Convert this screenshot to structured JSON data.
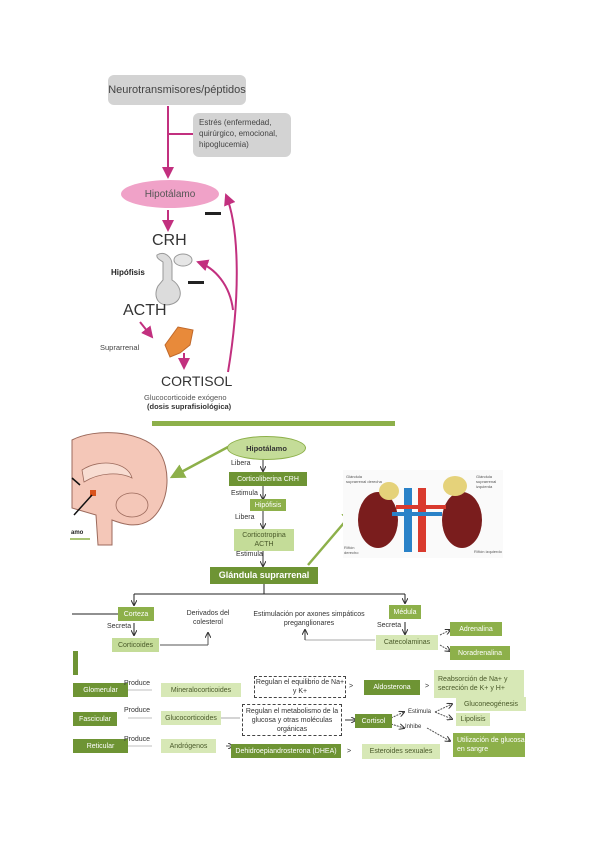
{
  "top_panel": {
    "neuro_box": "Neurotransmisores/péptidos",
    "stress_box": "Estrés (enfermedad, quirúrgico, emocional, hipoglucemia)",
    "hypothalamus": "Hipotálamo",
    "crh": "CRH",
    "pituitary_label": "Hipófisis",
    "acth": "ACTH",
    "adrenal_label": "Suprarrenal",
    "cortisol": "CORTISOL",
    "exogenous": "Glucocorticoide exógeno",
    "dose": "(dosis suprafisiológica)",
    "inhibit_symbol": "—"
  },
  "brain_panel": {
    "label": "amo"
  },
  "flow": {
    "hypothalamus": "Hipotálamo",
    "libera_1": "Libera",
    "crh": "Corticoliberina CRH",
    "estimula_1": "Estimula",
    "hipofisis": "Hipófisis",
    "libera_2": "Libera",
    "acth": "Corticotropina ACTH",
    "estimula_2": "Estimula",
    "adrenal": "Glándula suprarrenal"
  },
  "kidney_image": {
    "label_right_gland": "Glándula suprarrenal derecha",
    "label_left_gland": "Glándula suprarrenal izquierda",
    "label_right_kidney": "Riñón derecho",
    "label_left_kidney": "Riñón izquierdo"
  },
  "branches": {
    "cortex": "Corteza",
    "secreta_1": "Secreta",
    "corticoids": "Corticoides",
    "cholesterol": "Derivados del colesterol",
    "stimulation": "Estimulación por axones simpáticos preganglionares",
    "medulla": "Médula",
    "secreta_2": "Secreta",
    "catecholamines": "Catecolaminas",
    "adrenaline": "Adrenalina",
    "noradrenaline": "Noradrenalina"
  },
  "zones": [
    {
      "zone": "Glomerular",
      "verb": "Produce",
      "product": "Mineralocorticoides",
      "function": "Regulan el equilibrio de Na+ y K+"
    },
    {
      "zone": "Fascicular",
      "verb": "Produce",
      "product": "Glucocorticoides",
      "function": "Regulan el metabolismo de la glucosa y otras moléculas orgánicas"
    },
    {
      "zone": "Reticular",
      "verb": "Produce",
      "product": "Andrógenos",
      "function": "Dehidroepiandrosterona (DHEA)"
    }
  ],
  "outcomes": {
    "aldosterone": "Aldosterona",
    "aldo_effect": "Reabsorción de Na+ y secreción de K+ y H+",
    "cortisol": "Cortisol",
    "estimula": "Estimula",
    "inhibe": "Inhibe",
    "gluconeo": "Gluconeogénesis",
    "lipolysis": "Lipolisis",
    "glucose_use": "Utilización de glucosa en sangre",
    "sex_steroids": "Esteroides sexuales"
  }
}
